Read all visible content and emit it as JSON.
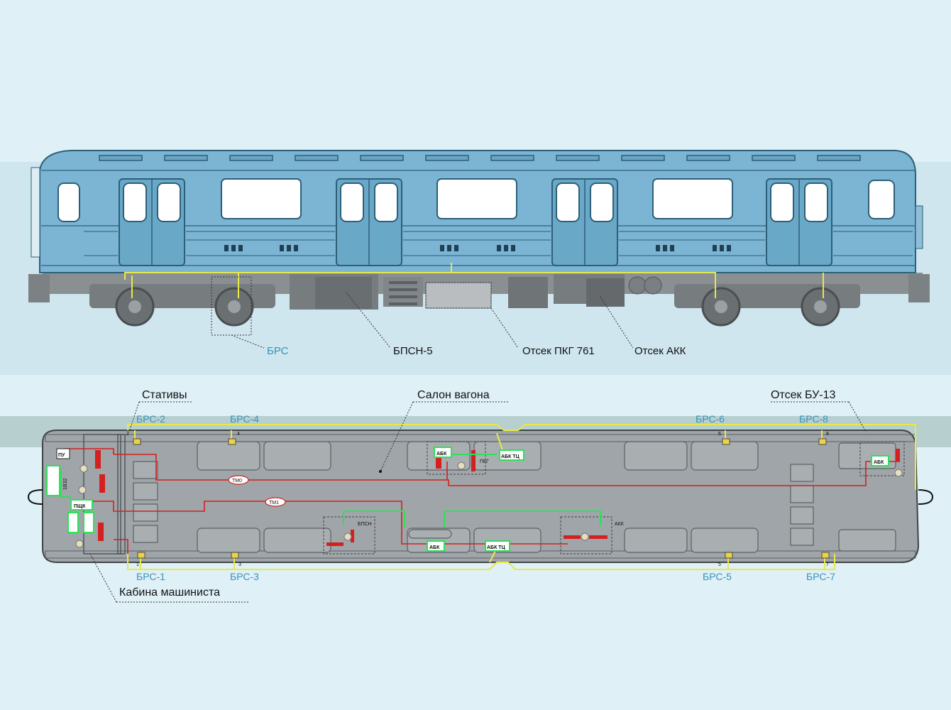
{
  "side_view": {
    "labels": {
      "brs": "БРС",
      "bpsn": "БПСН-5",
      "pkg": "Отсек ПКГ 761",
      "akk": "Отсек АКК"
    }
  },
  "plan_view": {
    "labels": {
      "stativy": "Стативы",
      "salon": "Салон вагона",
      "bu13": "Отсек БУ-13",
      "cab": "Кабина машиниста"
    },
    "brs_units": [
      {
        "name": "БРС-1",
        "num": "1"
      },
      {
        "name": "БРС-2",
        "num": "2"
      },
      {
        "name": "БРС-3",
        "num": "3"
      },
      {
        "name": "БРС-4",
        "num": "4"
      },
      {
        "name": "БРС-5",
        "num": "5"
      },
      {
        "name": "БРС-6",
        "num": "6"
      },
      {
        "name": "БРС-7",
        "num": "7"
      },
      {
        "name": "БРС-8",
        "num": "8"
      }
    ],
    "device_boxes": {
      "pu": "ПУ",
      "pshk": "ПЩК",
      "abk": "АБК",
      "abk_tc": "АБК ТЦ",
      "tm0": "ТМ0",
      "tm1": "ТМ1",
      "pkg": "ПКГ",
      "bpsn": "БПСН",
      "akk": "АКК",
      "vz": "1ВЗ2"
    }
  },
  "colors": {
    "background": "#dff0f7",
    "car_body": "#7cb4d4",
    "underframe": "#8a8f92",
    "floor": "#9fa5a8",
    "red_pipe": "#d42020",
    "green_wire": "#2ee05a",
    "yellow_wire": "#e8e84a",
    "label_blue": "#3a93b8"
  }
}
